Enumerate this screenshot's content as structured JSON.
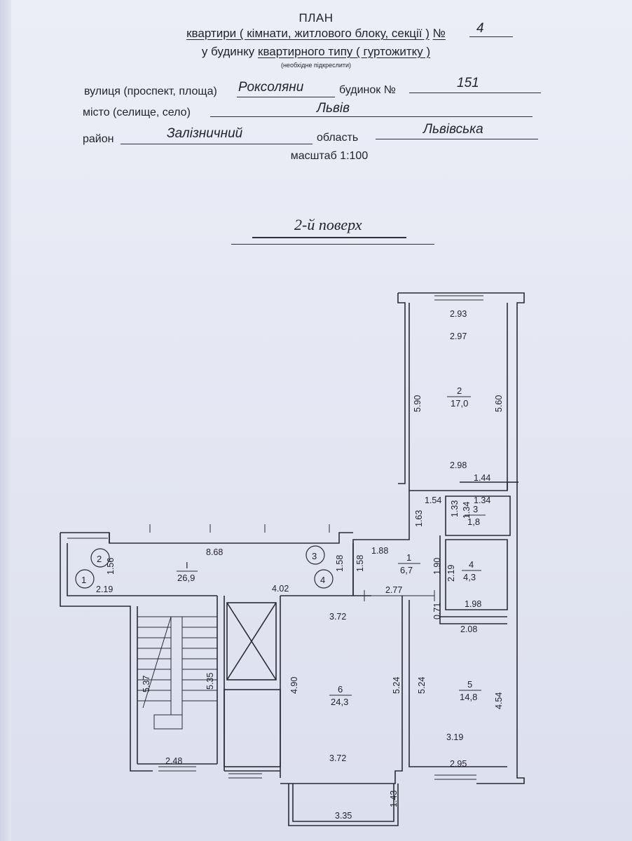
{
  "header": {
    "title": "ПЛАН",
    "line1": "квартири ( кімнати, житлового блоку, секції )",
    "number_label": "№",
    "number_value": "4",
    "line2a": "у будинку",
    "line2b": "квартирного типу ( гуртожитку )",
    "note": "(необхідне підкреслити)"
  },
  "address": {
    "street_label": "вулиця (проспект, площа)",
    "street_value": "Роксоляни",
    "building_label": "будинок №",
    "building_value": "151",
    "city_label": "місто (селище, село)",
    "city_value": "Львів",
    "district_label": "район",
    "district_value": "Залізничний",
    "region_label": "область",
    "region_value": "Львівська"
  },
  "scale": "масштаб 1:100",
  "floor": "2-й поверх",
  "plan": {
    "markers": [
      "2",
      "1",
      "3",
      "4"
    ],
    "rooms": [
      {
        "num": "2",
        "area": "17,0"
      },
      {
        "num": "1",
        "area": "6,7"
      },
      {
        "num": "3",
        "area": "1,8"
      },
      {
        "num": "4",
        "area": "4,3"
      },
      {
        "num": "5",
        "area": "14,8"
      },
      {
        "num": "6",
        "area": "24,3"
      },
      {
        "num": "I",
        "area": "26,9"
      }
    ],
    "dims": {
      "h0": "2.93",
      "h1": "2.97",
      "h2": "2.98",
      "h3": "1.44",
      "h4": "1.54",
      "h5": "1.34",
      "h6": "1.88",
      "h7": "8.68",
      "h8": "2.19",
      "h9": "4.02",
      "h10": "2.77",
      "h11": "1.98",
      "h12": "3.72",
      "h13": "2.08",
      "h14": "3.19",
      "h15": "3.72",
      "h16": "2.48",
      "h17": "2.95",
      "h18": "3.35",
      "v0": "5.90",
      "v1": "5.60",
      "v2": "1.63",
      "v3": "1.33",
      "v4": "1.34",
      "v5": "1.56",
      "v6": "1.58",
      "v7": "1.58",
      "v8": "1.90",
      "v9": "2.19",
      "v10": "0.71",
      "v11": "5.37",
      "v12": "5.35",
      "v13": "4.90",
      "v14": "5.24",
      "v15": "5.24",
      "v16": "4.54",
      "v17": "1.43"
    }
  }
}
